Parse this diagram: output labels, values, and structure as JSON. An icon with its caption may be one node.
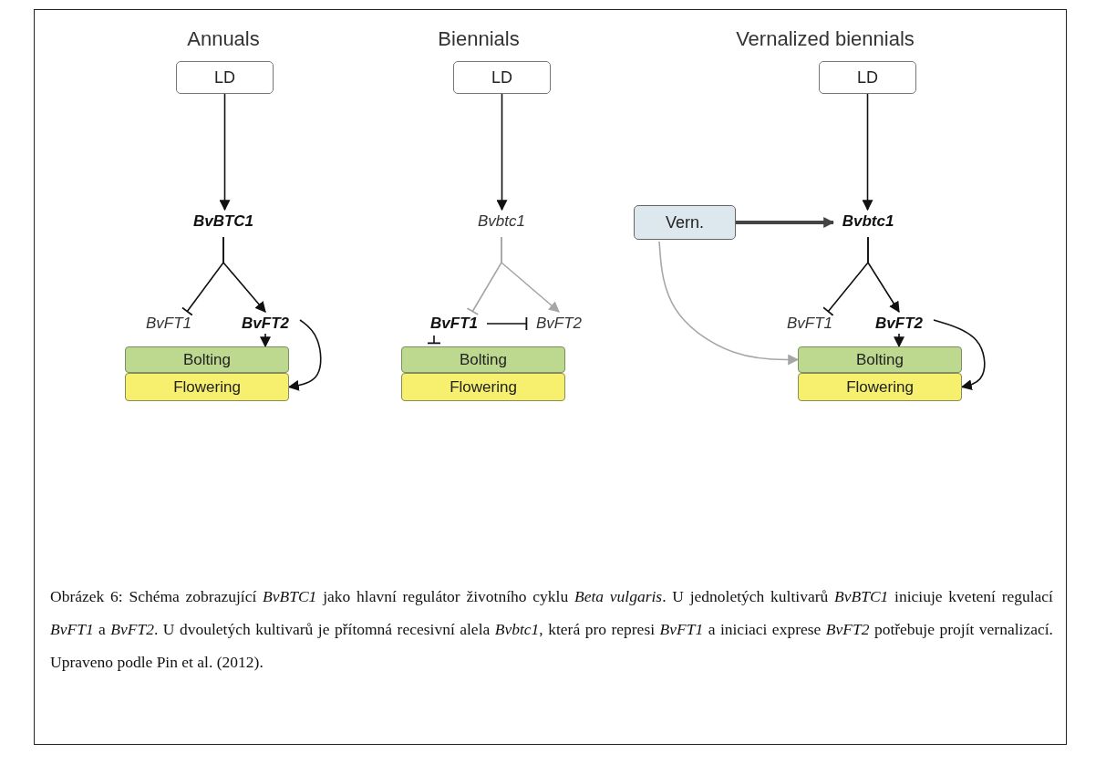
{
  "diagram": {
    "caption": "Obrázek 6: Schéma zobrazující *BvBTC1* jako hlavní regulátor životního cyklu *Beta vulgaris*. U jednoletých kultivarů *BvBTC1* iniciuje kvetení regulací *BvFT1* a *BvFT2*. U dvouletých kultivarů je přítomná recesivní alela *Bvbtc1*, která pro represi *BvFT1* a iniciaci exprese *BvFT2* potřebuje projít vernalizací. Upraveno podle Pin et al. (2012).",
    "nodes": [
      {
        "text": [
          "LD"
        ]
      },
      {
        "text": [
          "BvBTC1"
        ]
      },
      {
        "text": [
          "BvFT1"
        ]
      },
      {
        "text": [
          "BvFT2"
        ]
      },
      {
        "text": [
          "Bolting"
        ]
      },
      {
        "text": [
          "Flowering"
        ]
      },
      {
        "text": [
          "LD"
        ]
      },
      {
        "text": [
          "Bvbtc1"
        ]
      },
      {
        "text": [
          "BvFT1"
        ]
      },
      {
        "text": [
          "BvFT2"
        ]
      },
      {
        "text": [
          "Bolting"
        ]
      },
      {
        "text": [
          "Flowering"
        ]
      },
      {
        "text": [
          "LD"
        ]
      },
      {
        "text": [
          "Vern."
        ]
      },
      {
        "text": [
          "Bvbtc1"
        ]
      },
      {
        "text": [
          "BvFT1"
        ]
      },
      {
        "text": [
          "BvFT2"
        ]
      },
      {
        "text": [
          "Bolting"
        ]
      },
      {
        "text": [
          "Flowering"
        ]
      }
    ],
    "edges": [
      {
        "from": 0,
        "to": 1,
        "arrow": "to"
      },
      {
        "from": 1,
        "to": 2,
        "arrow": "other"
      },
      {
        "from": 1,
        "to": 3,
        "arrow": "to"
      },
      {
        "from": 3,
        "to": 4,
        "arrow": "to"
      },
      {
        "from": 3,
        "to": 5,
        "arrow": "to"
      },
      {
        "from": 6,
        "to": 7,
        "arrow": "to"
      },
      {
        "from": 7,
        "to": 8,
        "arrow": "other",
        "color": "#a6a6a6"
      },
      {
        "from": 7,
        "to": 9,
        "arrow": "to",
        "color": "#a6a6a6"
      },
      {
        "from": 8,
        "to": 9,
        "arrow": "other"
      },
      {
        "from": 8,
        "to": 10,
        "arrow": "other"
      },
      {
        "from": 12,
        "to": 14,
        "arrow": "to"
      },
      {
        "from": 13,
        "to": 14,
        "arrow": "to",
        "style": "thick",
        "color": "#444444"
      },
      {
        "from": 13,
        "to": 17,
        "arrow": "to",
        "color": "#a6a6a6"
      },
      {
        "from": 14,
        "to": 15,
        "arrow": "other"
      },
      {
        "from": 14,
        "to": 16,
        "arrow": "to"
      },
      {
        "from": 16,
        "to": 17,
        "arrow": "to"
      },
      {
        "from": 16,
        "to": 18,
        "arrow": "to"
      }
    ],
    "labels": [
      "Annuals",
      "Biennials",
      "Vernalized biennials"
    ]
  }
}
